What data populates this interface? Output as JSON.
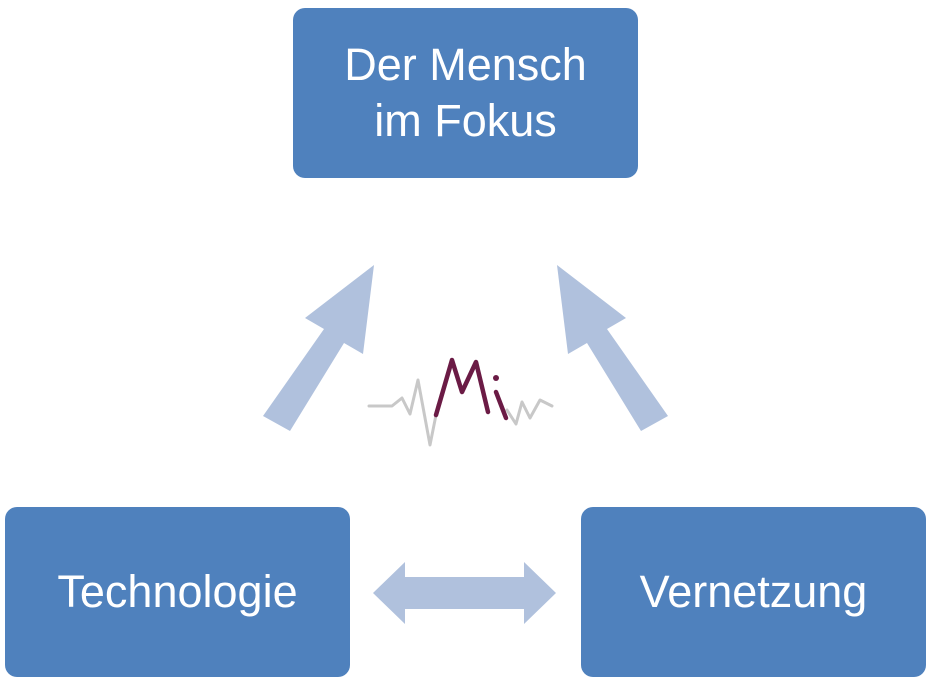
{
  "nodes": {
    "top": {
      "line1": "Der Mensch",
      "line2": "im Fokus"
    },
    "left": {
      "label": "Technologie"
    },
    "right": {
      "label": "Vernetzung"
    }
  },
  "logo": {
    "text": "Mi"
  },
  "colors": {
    "node_fill": "#4f81bd",
    "node_text": "#ffffff",
    "arrow_fill": "#b0c1dd",
    "logo_text": "#6b1b45",
    "logo_wave": "#c8c8c8"
  }
}
